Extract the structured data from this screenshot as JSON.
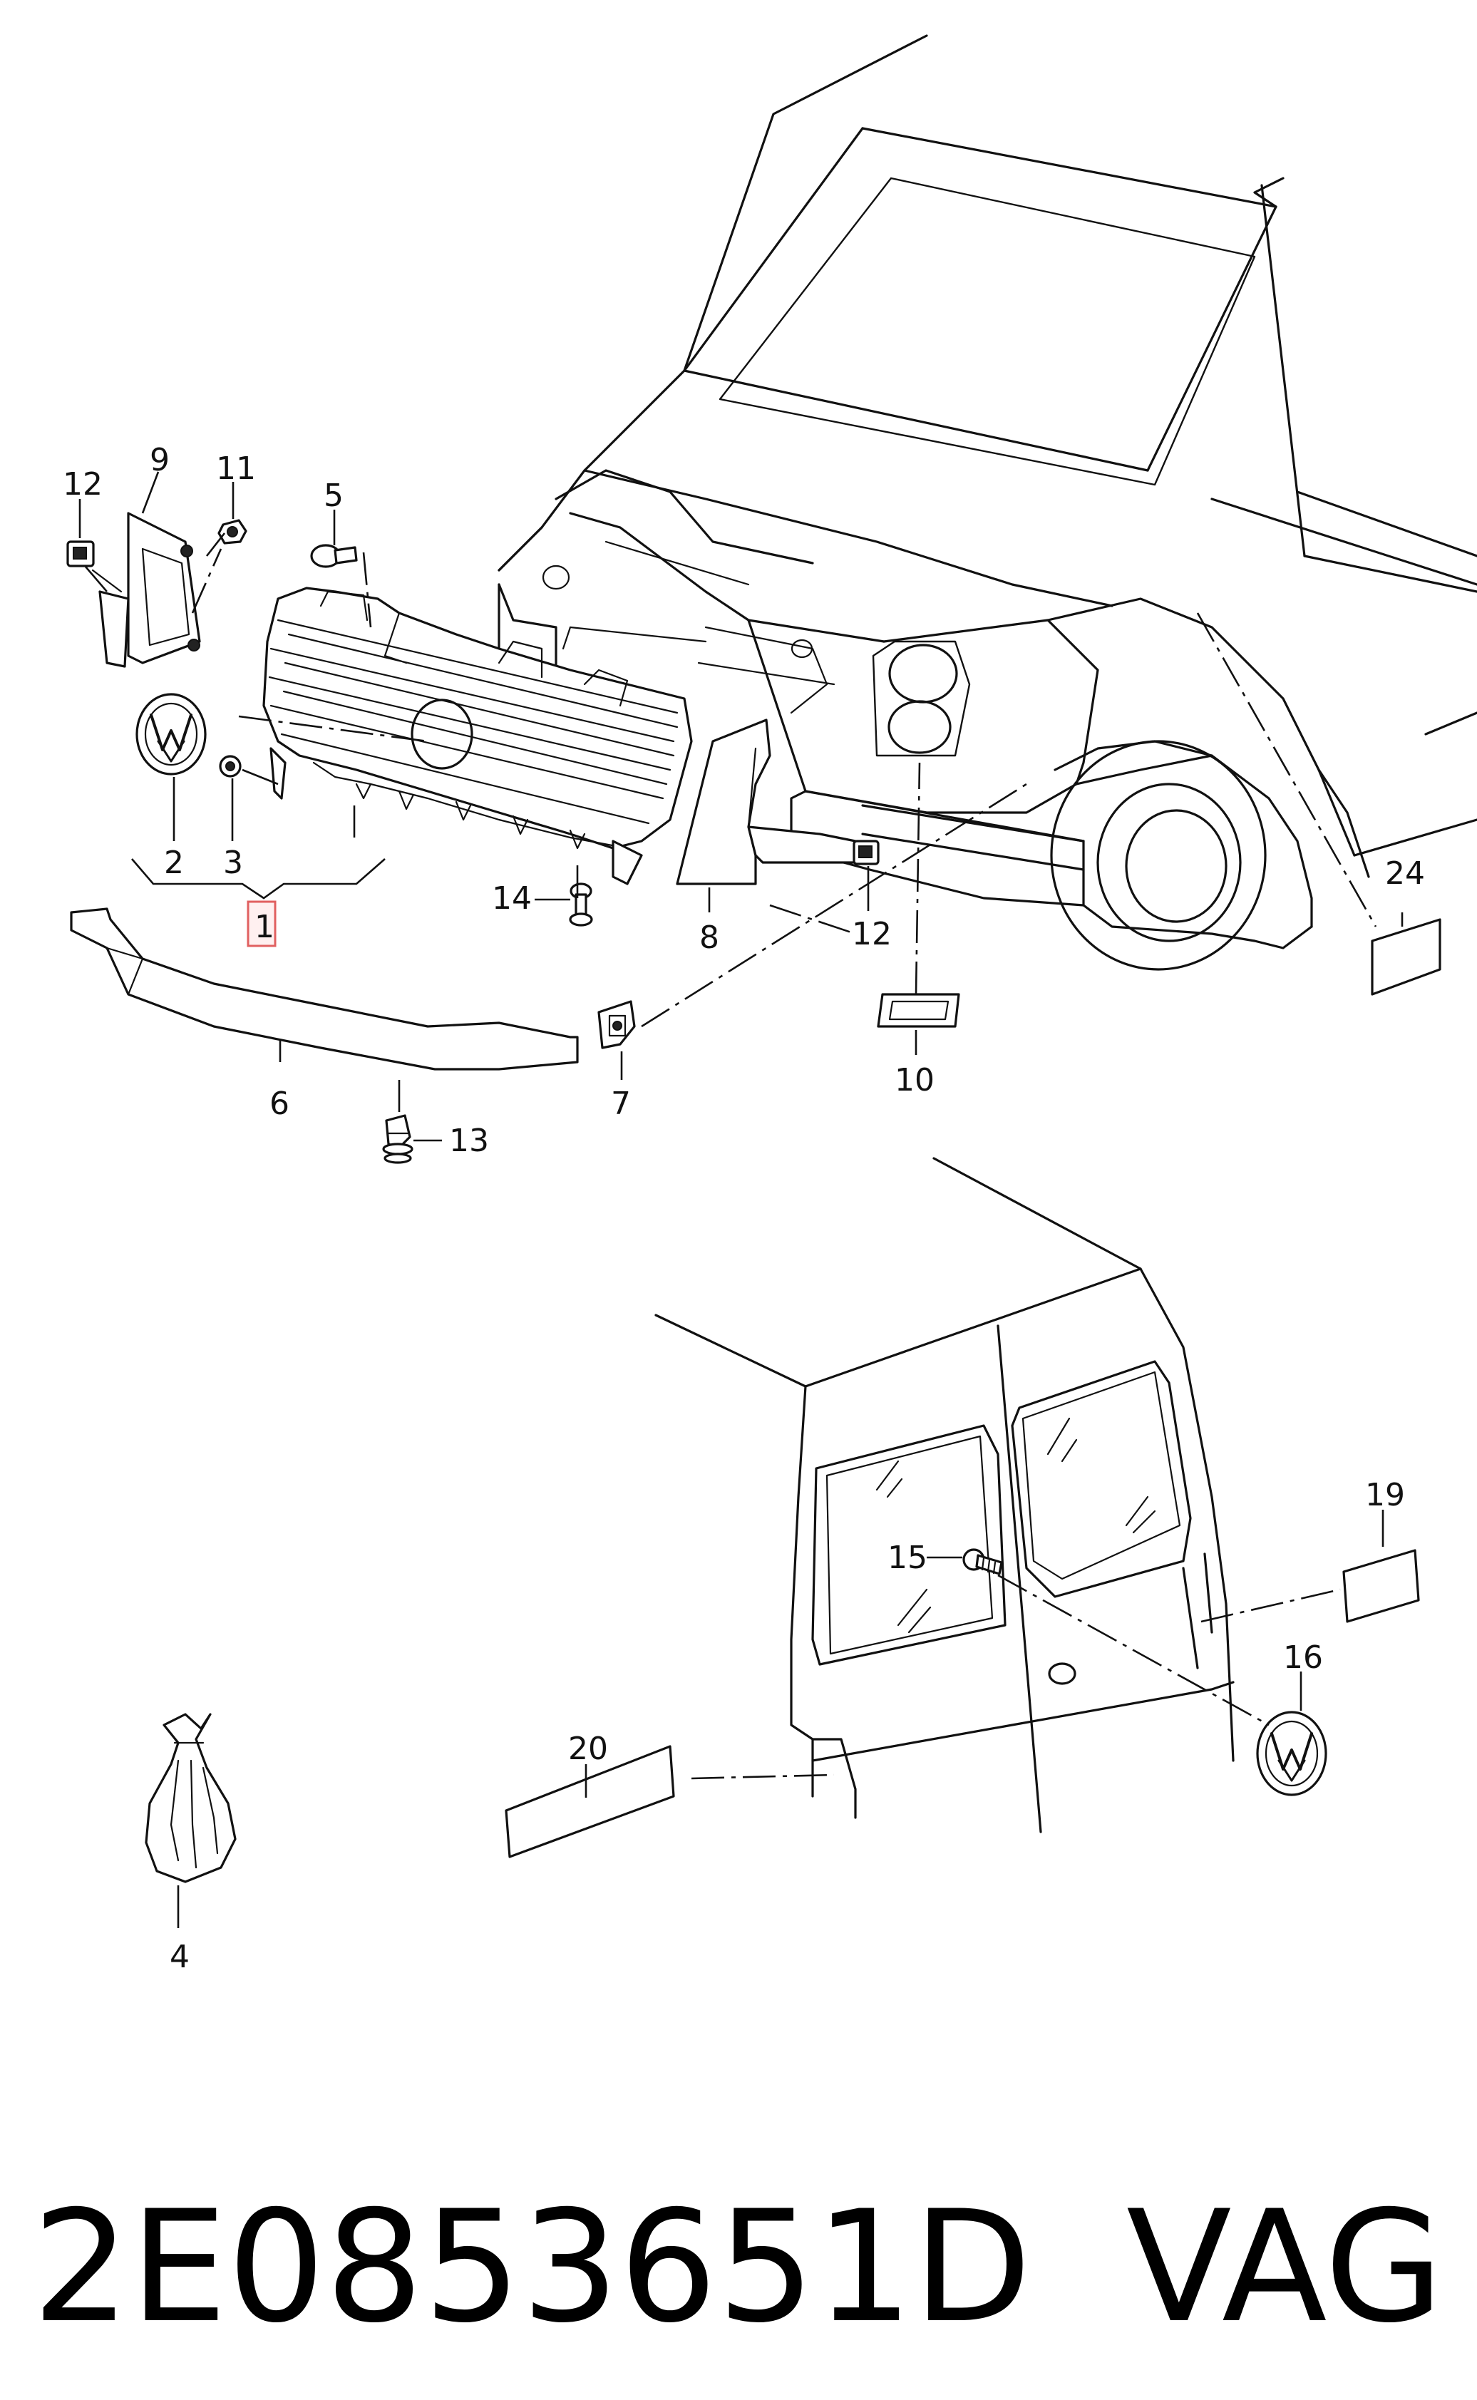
{
  "callouts": {
    "c1": "1",
    "c2": "2",
    "c3": "3",
    "c4": "4",
    "c5": "5",
    "c6": "6",
    "c7": "7",
    "c8": "8",
    "c9": "9",
    "c10": "10",
    "c11": "11",
    "c12a": "12",
    "c12b": "12",
    "c13": "13",
    "c14": "14",
    "c15": "15",
    "c16": "16",
    "c19": "19",
    "c20": "20",
    "c24": "24"
  },
  "footer": {
    "part_number": "2E0853651D",
    "brand": "VAG"
  },
  "colors": {
    "line": "#111111",
    "highlight_border": "#e06060",
    "highlight_fill": "#fff0f0"
  }
}
